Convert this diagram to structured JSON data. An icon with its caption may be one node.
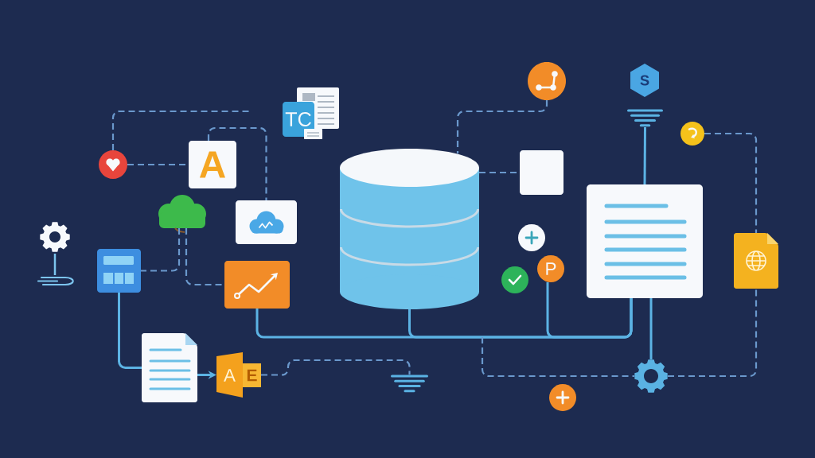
{
  "diagram": {
    "nodes": [
      {
        "text": [
          "TC"
        ]
      },
      {
        "text": [],
        "shape": "circle"
      },
      {
        "text": [
          "S"
        ]
      },
      {
        "text": [],
        "shape": "ground"
      },
      {
        "text": [],
        "shape": "circle"
      },
      {
        "text": [],
        "shape": "circle"
      },
      {
        "text": [
          "A"
        ]
      },
      {
        "text": [],
        "shape": "cylinder"
      },
      {
        "text": [],
        "shape": "box"
      },
      {
        "text": [],
        "shape": "document"
      },
      {
        "text": [],
        "shape": "cloud"
      },
      {
        "text": [],
        "shape": "box"
      },
      {
        "text": [],
        "shape": "gear"
      },
      {
        "text": [],
        "shape": "circle"
      },
      {
        "text": [],
        "shape": "document"
      },
      {
        "text": [],
        "shape": "box"
      },
      {
        "text": [],
        "shape": "box"
      },
      {
        "text": [],
        "shape": "circle"
      },
      {
        "text": [
          "P"
        ]
      },
      {
        "text": [],
        "shape": "document"
      },
      {
        "text": [
          "A",
          "E"
        ]
      },
      {
        "text": [],
        "shape": "ground"
      },
      {
        "text": [],
        "shape": "gear"
      },
      {
        "text": [],
        "shape": "circle"
      }
    ],
    "edges": [
      {
        "from": 5,
        "to": null,
        "arrow": "none",
        "style": "dashed"
      },
      {
        "from": 5,
        "to": 6,
        "arrow": "none",
        "style": "dashed"
      },
      {
        "from": 6,
        "to": 11,
        "arrow": "none",
        "style": "dashed"
      },
      {
        "from": 1,
        "to": 7,
        "arrow": "none",
        "style": "dashed"
      },
      {
        "from": 7,
        "to": 8,
        "arrow": "none",
        "style": "dashed"
      },
      {
        "from": 3,
        "to": 9,
        "arrow": "none",
        "color": "#5cb3e4"
      },
      {
        "from": 4,
        "to": 14,
        "arrow": "none",
        "style": "dashed"
      },
      {
        "from": 10,
        "to": 15,
        "arrow": "none",
        "style": "dashed"
      },
      {
        "from": 10,
        "to": 16,
        "arrow": "none",
        "style": "dashed"
      },
      {
        "from": 15,
        "to": 19,
        "arrow": "none",
        "color": "#5cb3e4"
      },
      {
        "from": 19,
        "to": 20,
        "arrow": "to",
        "color": "#5cb3e4"
      },
      {
        "from": 20,
        "to": 21,
        "arrow": "none",
        "style": "dashed"
      },
      {
        "from": 16,
        "to": 9,
        "arrow": "none",
        "color": "#5cb3e4"
      },
      {
        "from": 7,
        "to": 9,
        "arrow": "none",
        "color": "#5cb3e4"
      },
      {
        "from": 18,
        "to": 9,
        "arrow": "none",
        "color": "#5cb3e4"
      },
      {
        "from": null,
        "to": 22,
        "arrow": "none",
        "style": "dashed"
      },
      {
        "from": 9,
        "to": 22,
        "arrow": "none",
        "color": "#5cb3e4"
      },
      {
        "from": 22,
        "to": 14,
        "arrow": "none",
        "style": "dashed"
      }
    ]
  }
}
